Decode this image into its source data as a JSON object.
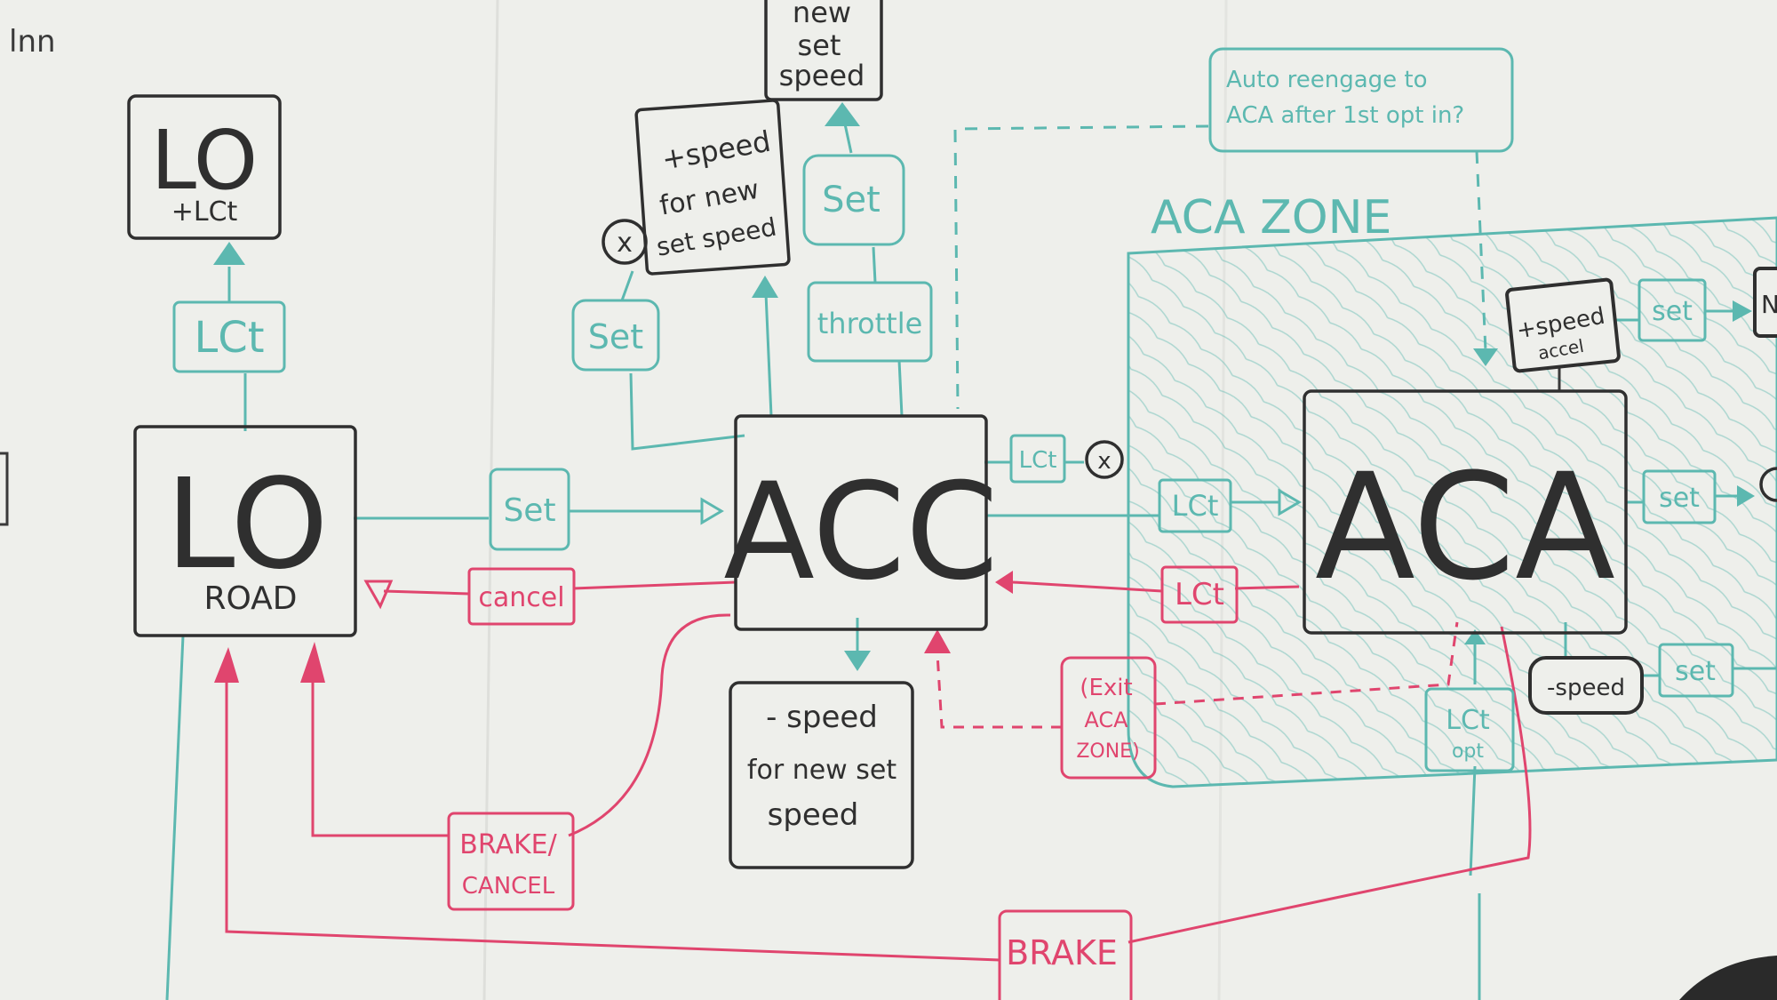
{
  "colors": {
    "board": "#eeefeb",
    "ink_black": "#3a3a3a",
    "ink_teal": "#5cb8b0",
    "ink_red": "#e0456e"
  },
  "top_left_scribble": "lnn",
  "states": {
    "lo_lct": {
      "line1": "LO",
      "line2": "+LCt"
    },
    "lo_road": {
      "line1": "LO",
      "line2": "ROAD"
    },
    "acc": {
      "label": "ACC"
    },
    "aca": {
      "label": "ACA"
    },
    "new_set_speed": {
      "line1": "new",
      "line2": "set",
      "line3": "speed"
    },
    "plus_speed_new": {
      "line1": "+speed",
      "line2": "for new",
      "line3": "set speed"
    },
    "minus_speed_new": {
      "line1": "- speed",
      "line2": "for new set",
      "line3": "speed"
    },
    "plus_speed_accel": {
      "line1": "+speed",
      "line2": "accel"
    },
    "minus_speed": {
      "label": "-speed"
    }
  },
  "transitions": {
    "lct_up": "LCt",
    "set_left": "Set",
    "set_middle": "Set",
    "throttle": "throttle",
    "set_lo_to_acc": "Set",
    "cancel": "cancel",
    "lct_acc_small": "LCt",
    "lct_acc_to_aca": "LCt",
    "lct_aca_to_acc": "LCt",
    "brake_cancel_line1": "BRAKE/",
    "brake_cancel_line2": "CANCEL",
    "brake_bottom": "BRAKE",
    "exit_aca_line1": "(Exit",
    "exit_aca_line2": "ACA",
    "exit_aca_line3": "ZONE)",
    "lct_opt_line1": "LCt",
    "lct_opt_line2": "opt",
    "set_aca_top": "set",
    "set_aca_mid": "set",
    "set_aca_bottom": "set"
  },
  "notes": {
    "auto_reengage_line1": "Auto reengage to",
    "auto_reengage_line2": "ACA after 1st opt in?",
    "aca_zone": "ACA ZONE"
  },
  "markers": {
    "x_mark": "x"
  },
  "edge_fragment": "N"
}
